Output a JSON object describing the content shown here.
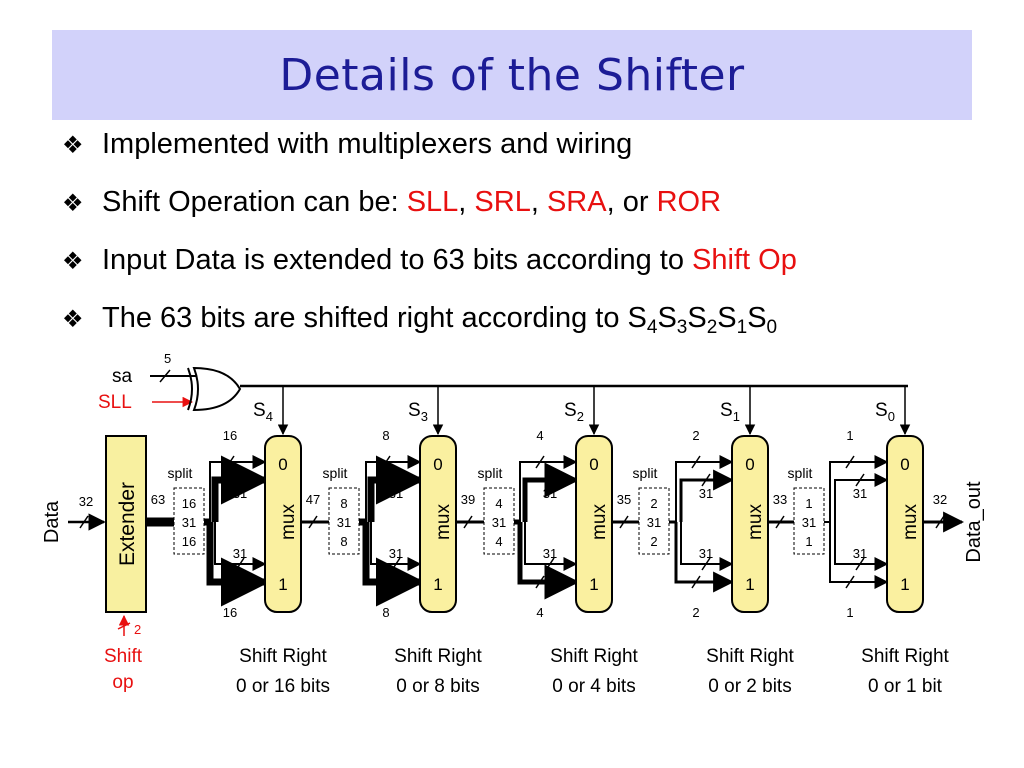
{
  "title": "Details of the Shifter",
  "bullets": {
    "b1": {
      "text": "Implemented with multiplexers and wiring"
    },
    "b2": {
      "prefix": "Shift Operation can be: ",
      "op1": "SLL",
      "sep1": ", ",
      "op2": "SRL",
      "sep2": ", ",
      "op3": "SRA",
      "sep3": ", or ",
      "op4": "ROR"
    },
    "b3": {
      "prefix": "Input Data is extended to 63 bits according to ",
      "highlight": "Shift Op"
    },
    "b4": {
      "prefix": "The 63 bits are shifted right according to ",
      "s": "S",
      "i4": "4",
      "i3": "3",
      "i2": "2",
      "i1": "1",
      "i0": "0"
    }
  },
  "colors": {
    "title_bg": "#d2d2fa",
    "title_text": "#1c1c96",
    "highlight": "#e81010",
    "mux_fill": "#faf0a0",
    "extender_fill": "#f8f0a0"
  },
  "diagram": {
    "sa_label": "sa",
    "sa_width": "5",
    "sll_label": "SLL",
    "data_label": "Data",
    "data_width": "32",
    "extender_label": "Extender",
    "ext_out_width": "63",
    "shift_op_line1": "Shift",
    "shift_op_line2": "op",
    "shift_op_width": "2",
    "data_out_label": "Data_out",
    "data_out_width": "32",
    "select_letter": "S",
    "split_label": "split",
    "mux_label": "mux",
    "mux_in0": "0",
    "mux_in1": "1",
    "stages": [
      {
        "s_index": "4",
        "top_width": "16",
        "bottom_width": "16",
        "split_top": "16",
        "split_mid": "31",
        "split_bot": "16",
        "in_upper": "31",
        "in_lower": "31",
        "out_width": "47",
        "caption1": "Shift Right",
        "caption2": "0 or 16 bits"
      },
      {
        "s_index": "3",
        "top_width": "8",
        "bottom_width": "8",
        "split_top": "8",
        "split_mid": "31",
        "split_bot": "8",
        "in_upper": "31",
        "in_lower": "31",
        "out_width": "39",
        "caption1": "Shift Right",
        "caption2": "0 or 8 bits"
      },
      {
        "s_index": "2",
        "top_width": "4",
        "bottom_width": "4",
        "split_top": "4",
        "split_mid": "31",
        "split_bot": "4",
        "in_upper": "31",
        "in_lower": "31",
        "out_width": "35",
        "caption1": "Shift Right",
        "caption2": "0 or 4 bits"
      },
      {
        "s_index": "1",
        "top_width": "2",
        "bottom_width": "2",
        "split_top": "2",
        "split_mid": "31",
        "split_bot": "2",
        "in_upper": "31",
        "in_lower": "31",
        "out_width": "33",
        "caption1": "Shift Right",
        "caption2": "0 or 2 bits"
      },
      {
        "s_index": "0",
        "top_width": "1",
        "bottom_width": "1",
        "split_top": "1",
        "split_mid": "31",
        "split_bot": "1",
        "in_upper": "31",
        "in_lower": "31",
        "out_width": "32",
        "caption1": "Shift Right",
        "caption2": "0 or 1 bit"
      }
    ]
  }
}
